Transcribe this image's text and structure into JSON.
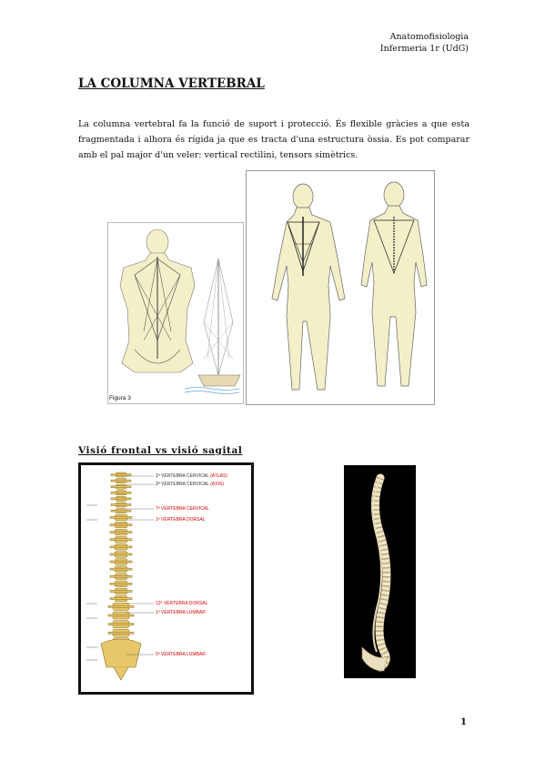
{
  "header": {
    "line1": "Anatomofisiologia",
    "line2": "Infermeria 1r (UdG)"
  },
  "title": "LA COLUMNA VERTEBRAL",
  "paragraph": "La columna vertebral fa la funció de suport i protecció. És flexible gràcies a que esta fragmentada i alhora és rígida ja que es tracta d'una estructura òssia. Es pot comparar amb el pal major d'un veler: vertical rectilini, tensors simètrics.",
  "figure1": {
    "label": "Figura 3"
  },
  "section_title": "Visió frontal vs visió sagital",
  "spine_labels": [
    {
      "num": "1ª",
      "text": "VÈRTEBRA CERVICAL",
      "extra": "(ATLAS)"
    },
    {
      "num": "2ª",
      "text": "VÈRTEBRA CERVICAL",
      "extra": "(AXIS)"
    },
    {
      "num": "7ª",
      "text": "VÈRTEBRA CERVICAL",
      "extra": ""
    },
    {
      "num": "1ª",
      "text": "VÈRTEBRA DORSAL",
      "extra": ""
    },
    {
      "num": "12ª",
      "text": "VÈRTEBRA DORSAL",
      "extra": ""
    },
    {
      "num": "1ª",
      "text": "VÈRTEBRA LUMBAR",
      "extra": ""
    },
    {
      "num": "5ª",
      "text": "VÈRTEBRA LUMBAR",
      "extra": ""
    }
  ],
  "page_number": "1"
}
